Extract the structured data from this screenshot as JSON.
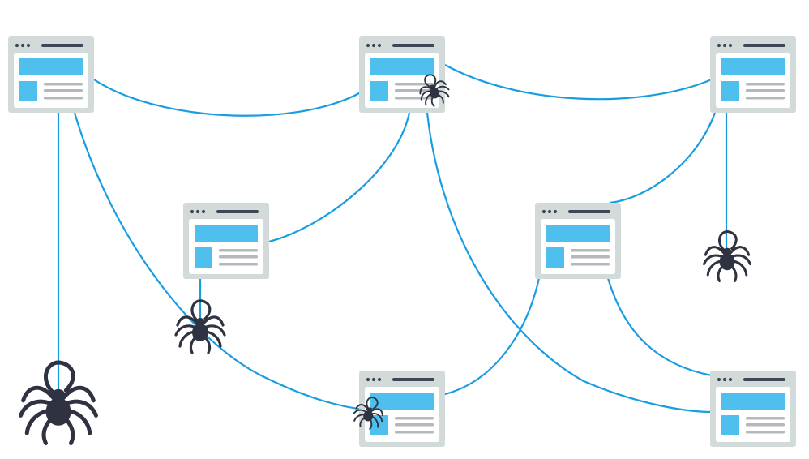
{
  "colors": {
    "background": "#ffffff",
    "frame": "#d2dada",
    "content": "#ffffff",
    "dots": "#3f4658",
    "accent": "#4fbfee",
    "text_lines": "#b4b8bc",
    "link": "#199de1",
    "spider": "#2f3240"
  },
  "icons": {
    "webpage": "browser-window-icon",
    "crawler": "spider-icon"
  },
  "pages": [
    {
      "id": "page-top-left"
    },
    {
      "id": "page-top-center"
    },
    {
      "id": "page-top-right"
    },
    {
      "id": "page-middle-left"
    },
    {
      "id": "page-middle-right"
    },
    {
      "id": "page-bottom-center"
    },
    {
      "id": "page-bottom-right"
    }
  ],
  "links": [
    {
      "from": "page-top-left",
      "to": "page-top-center"
    },
    {
      "from": "page-top-center",
      "to": "page-top-right"
    },
    {
      "from": "page-top-left",
      "to": "page-bottom-center"
    },
    {
      "from": "page-top-center",
      "to": "page-middle-left"
    },
    {
      "from": "page-top-center",
      "to": "page-bottom-right"
    },
    {
      "from": "page-top-right",
      "to": "page-middle-right"
    },
    {
      "from": "page-middle-right",
      "to": "page-bottom-center"
    },
    {
      "from": "page-middle-right",
      "to": "page-bottom-right"
    }
  ],
  "spiders": [
    {
      "id": "spider-large"
    },
    {
      "id": "spider-middle-left"
    },
    {
      "id": "spider-top-center"
    },
    {
      "id": "spider-bottom-center"
    },
    {
      "id": "spider-right"
    }
  ]
}
